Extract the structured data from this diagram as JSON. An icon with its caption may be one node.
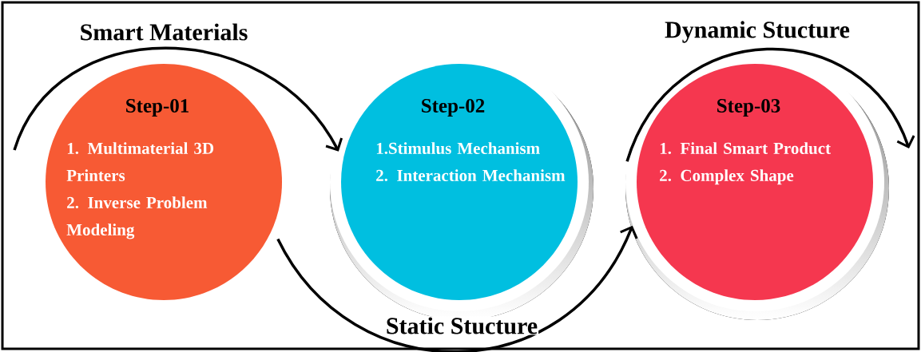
{
  "diagram": {
    "nodes": [
      {
        "text": [
          "Step-01",
          "1. Multimaterial 3D Printers",
          "2. Inverse Problem Modeling"
        ]
      },
      {
        "text": [
          "Step-02",
          "1.Stimulus Mechanism",
          "2. Interaction Mechanism"
        ]
      },
      {
        "text": [
          "Step-03",
          "1. Final Smart Product",
          "2. Complex Shape"
        ]
      }
    ],
    "edges": [
      {
        "from": null,
        "to": 1,
        "arrow": "to",
        "label": "Smart Materials"
      },
      {
        "from": 0,
        "to": 2,
        "arrow": "to",
        "label": "Static Stucture"
      },
      {
        "from": 2,
        "to": null,
        "arrow": "to",
        "label": "Dynamic Stucture"
      }
    ]
  }
}
